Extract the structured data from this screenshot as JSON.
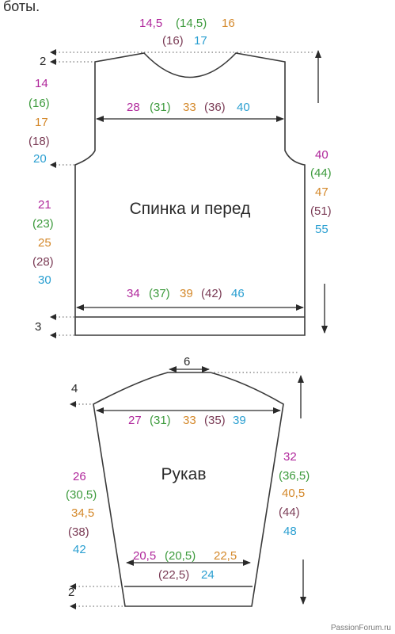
{
  "caption": "боты.",
  "watermark": "PassionForum.ru",
  "colors": {
    "outline": "#3a3a3a",
    "s1": "#b0279b",
    "s2": "#3c9a3c",
    "s3": "#d4882a",
    "s4": "#7a3b55",
    "s5": "#2a9fd1",
    "black": "#2a2a2a"
  },
  "body": {
    "title": "Спинка и перед",
    "neck_width": {
      "a": "14,5",
      "b": "(14,5)",
      "c": "16",
      "d": "(16)",
      "e": "17"
    },
    "shoulder_drop": "2",
    "armhole_height": {
      "a": "14",
      "b": "(16)",
      "c": "17",
      "d": "(18)",
      "e": "20"
    },
    "chest_width": {
      "a": "28",
      "b": "(31)",
      "c": "33",
      "d": "(36)",
      "e": "40"
    },
    "total_length": {
      "a": "40",
      "b": "(44)",
      "c": "47",
      "d": "(51)",
      "e": "55"
    },
    "side_height": {
      "a": "21",
      "b": "(23)",
      "c": "25",
      "d": "(28)",
      "e": "30"
    },
    "hem_width": {
      "a": "34",
      "b": "(37)",
      "c": "39",
      "d": "(42)",
      "e": "46"
    },
    "rib": "3"
  },
  "sleeve": {
    "title": "Рукав",
    "cap_top": "6",
    "cap_height": "4",
    "top_width": {
      "a": "27",
      "b": "(31)",
      "c": "33",
      "d": "(35)",
      "e": "39"
    },
    "side_height": {
      "a": "26",
      "b": "(30,5)",
      "c": "34,5",
      "d": "(38)",
      "e": "42"
    },
    "total_length": {
      "a": "32",
      "b": "(36,5)",
      "c": "40,5",
      "d": "(44)",
      "e": "48"
    },
    "cuff_width": {
      "a": "20,5",
      "b": "(20,5)",
      "c": "22,5",
      "d": "(22,5)",
      "e": "24"
    },
    "rib": "2"
  }
}
